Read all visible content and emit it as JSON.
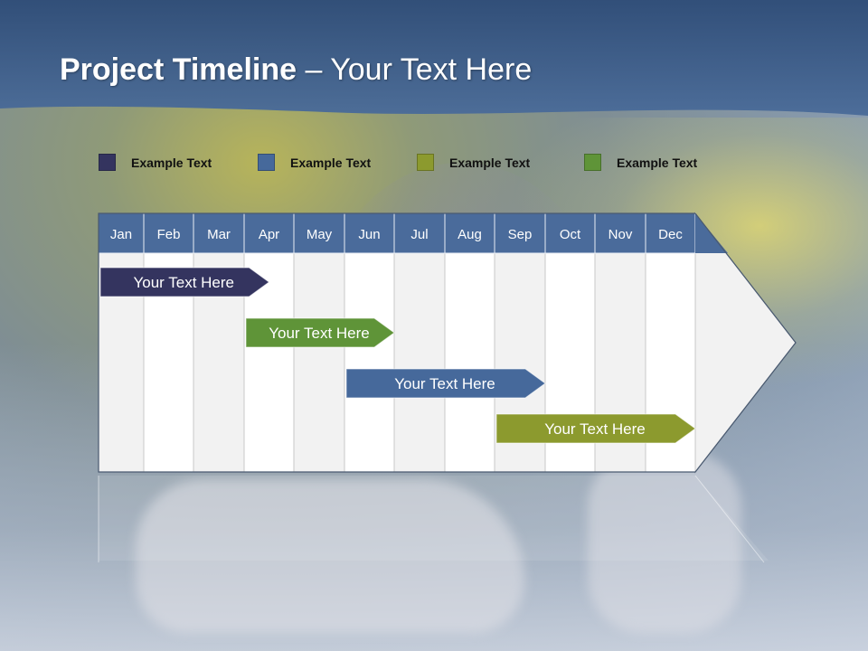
{
  "title": {
    "bold": "Project Timeline",
    "rest": " – Your Text Here"
  },
  "colors": {
    "header": "#3d5f8e",
    "month_header": "#4a6b9b",
    "grid_alt": "#f2f2f2",
    "grid_plain": "#ffffff"
  },
  "legend": [
    {
      "label": "Example Text",
      "color": "#34345f"
    },
    {
      "label": "Example Text",
      "color": "#46699b"
    },
    {
      "label": "Example Text",
      "color": "#8c9a2e"
    },
    {
      "label": "Example Text",
      "color": "#5f9438"
    }
  ],
  "months": [
    "Jan",
    "Feb",
    "Mar",
    "Apr",
    "May",
    "Jun",
    "Jul",
    "Aug",
    "Sep",
    "Oct",
    "Nov",
    "Dec"
  ],
  "tasks": [
    {
      "label": "Your  Text Here",
      "start_month": 1.0,
      "end_month": 4.5,
      "color": "#34345f"
    },
    {
      "label": "Your  Text Here",
      "start_month": 4.0,
      "end_month": 7.0,
      "color": "#5f9438"
    },
    {
      "label": "Your  Text Here",
      "start_month": 6.0,
      "end_month": 10.0,
      "color": "#46699b"
    },
    {
      "label": "Your  Text Here",
      "start_month": 9.0,
      "end_month": 13.0,
      "color": "#8c9a2e"
    }
  ]
}
